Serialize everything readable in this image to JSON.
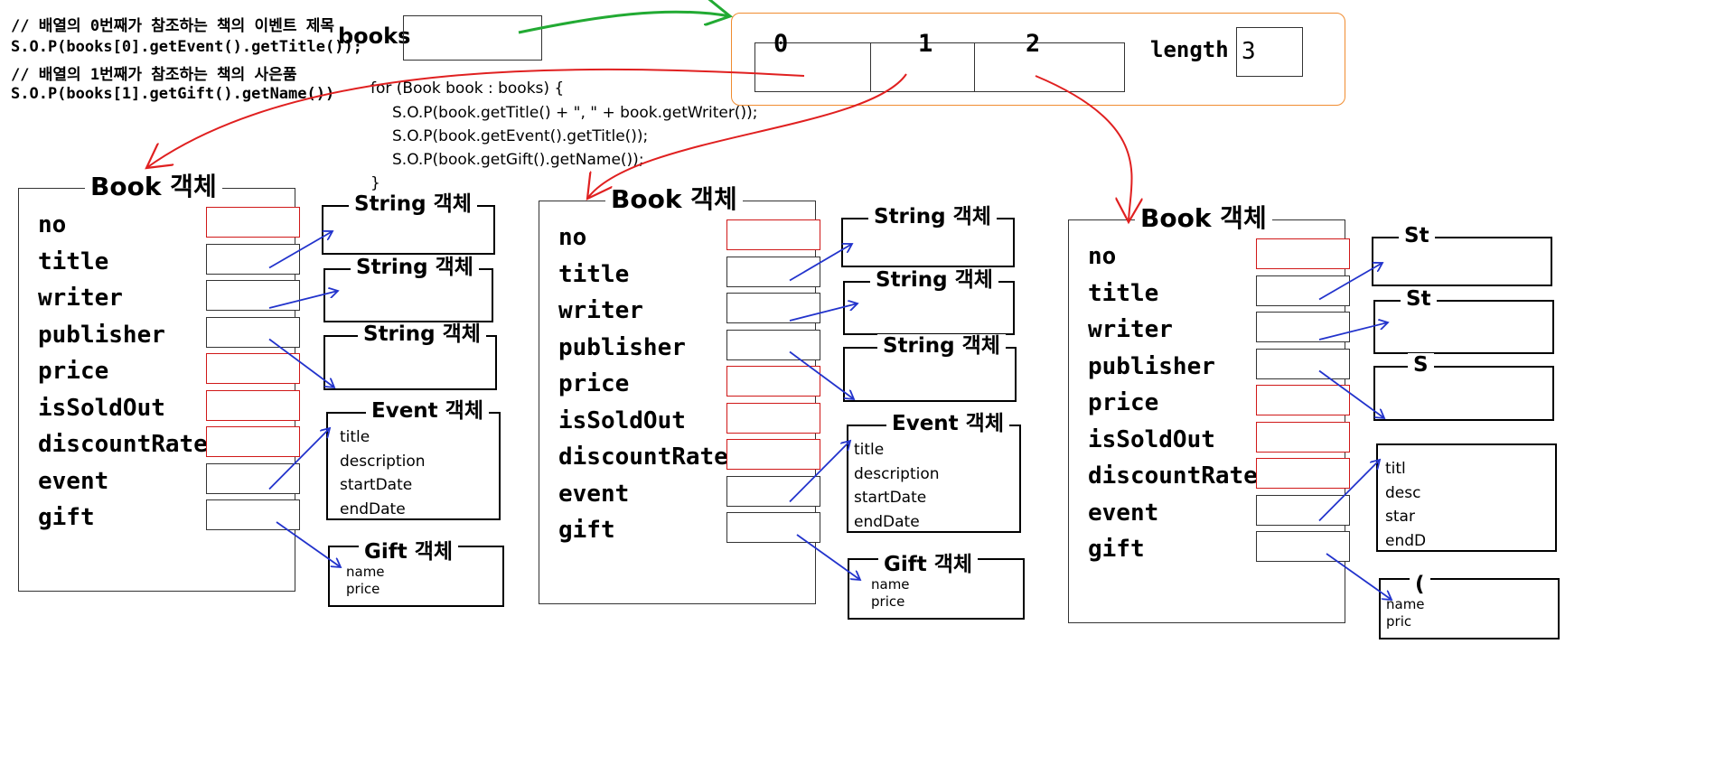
{
  "code": {
    "comment_0": "// 배열의 0번째가 참조하는 책의 이벤트 제목",
    "stmt_0": "S.O.P(books[0].getEvent().getTitle());",
    "comment_1": "// 배열의 1번째가 참조하는 책의 사은품",
    "stmt_1": "S.O.P(books[1].getGift().getName())"
  },
  "loop": {
    "header": "for (Book book : books) {",
    "line_1": "S.O.P(book.getTitle() + \", \" + book.getWriter());",
    "line_2": "S.O.P(book.getEvent().getTitle());",
    "line_3": "S.O.P(book.getGift().getName());",
    "close": "}"
  },
  "books_var": {
    "label": "books"
  },
  "array": {
    "indices": [
      "0",
      "1",
      "2"
    ],
    "length_label": "length",
    "length_value": "3"
  },
  "book_objects": [
    {
      "title": "Book 객체",
      "fields": [
        "no",
        "title",
        "writer",
        "publisher",
        "price",
        "isSoldOut",
        "discountRate",
        "event",
        "gift"
      ],
      "string_titles": [
        "String 객체",
        "String 객체",
        "String 객체"
      ],
      "event": {
        "title": "Event 객체",
        "fields": [
          "title",
          "description",
          "startDate",
          "endDate"
        ]
      },
      "gift": {
        "title": "Gift 객체",
        "fields": [
          "name",
          "price"
        ]
      }
    },
    {
      "title": "Book 객체",
      "fields": [
        "no",
        "title",
        "writer",
        "publisher",
        "price",
        "isSoldOut",
        "discountRate",
        "event",
        "gift"
      ],
      "string_titles": [
        "String 객체",
        "String 객체",
        "String 객체"
      ],
      "event": {
        "title": "Event 객체",
        "fields": [
          "title",
          "description",
          "startDate",
          "endDate"
        ]
      },
      "gift": {
        "title": "Gift 객체",
        "fields": [
          "name",
          "price"
        ]
      }
    },
    {
      "title": "Book 객체",
      "fields": [
        "no",
        "title",
        "writer",
        "publisher",
        "price",
        "isSoldOut",
        "discountRate",
        "event",
        "gift"
      ],
      "string_titles": [
        "St",
        "St",
        "S"
      ],
      "event": {
        "title": "",
        "fields": [
          "titl",
          "desc",
          "star",
          "endD"
        ]
      },
      "gift": {
        "title": "(",
        "fields": [
          "name",
          "pric"
        ]
      }
    }
  ],
  "colors": {
    "reference_arrow": "#2233cc",
    "array_arrow": "#e02020",
    "books_arrow": "#22aa33",
    "array_border": "#f08c30",
    "primitive_cell": "#d01818"
  }
}
